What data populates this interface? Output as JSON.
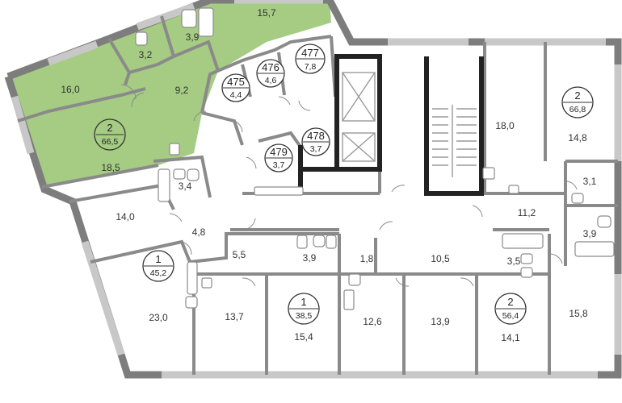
{
  "colors": {
    "selected_apartment": "#a5cc82",
    "wall": "#7d7d7d",
    "core_wall": "#222222",
    "window": "#c8c8c8"
  },
  "selected_apartment": {
    "rooms": 2,
    "total_area": "66,5",
    "room_areas": [
      "16,0",
      "15,7",
      "3,2",
      "3,9",
      "9,2",
      "18,5"
    ]
  },
  "storage_units": [
    {
      "number": "475",
      "area": "4,4"
    },
    {
      "number": "476",
      "area": "4,6"
    },
    {
      "number": "477",
      "area": "7,8"
    },
    {
      "number": "478",
      "area": "3,7"
    },
    {
      "number": "479",
      "area": "3,7"
    }
  ],
  "apartments": [
    {
      "rooms": "2",
      "total_area": "66,8"
    },
    {
      "rooms": "1",
      "total_area": "45,2"
    },
    {
      "rooms": "1",
      "total_area": "38,5"
    },
    {
      "rooms": "2",
      "total_area": "56,4"
    }
  ],
  "room_areas": [
    "14,8",
    "18,0",
    "3,1",
    "11,2",
    "3,9",
    "3,4",
    "14,0",
    "4,8",
    "23,0",
    "5,5",
    "3,9",
    "1,8",
    "10,5",
    "3,5",
    "13,7",
    "15,4",
    "12,6",
    "13,9",
    "14,1",
    "15,8"
  ]
}
